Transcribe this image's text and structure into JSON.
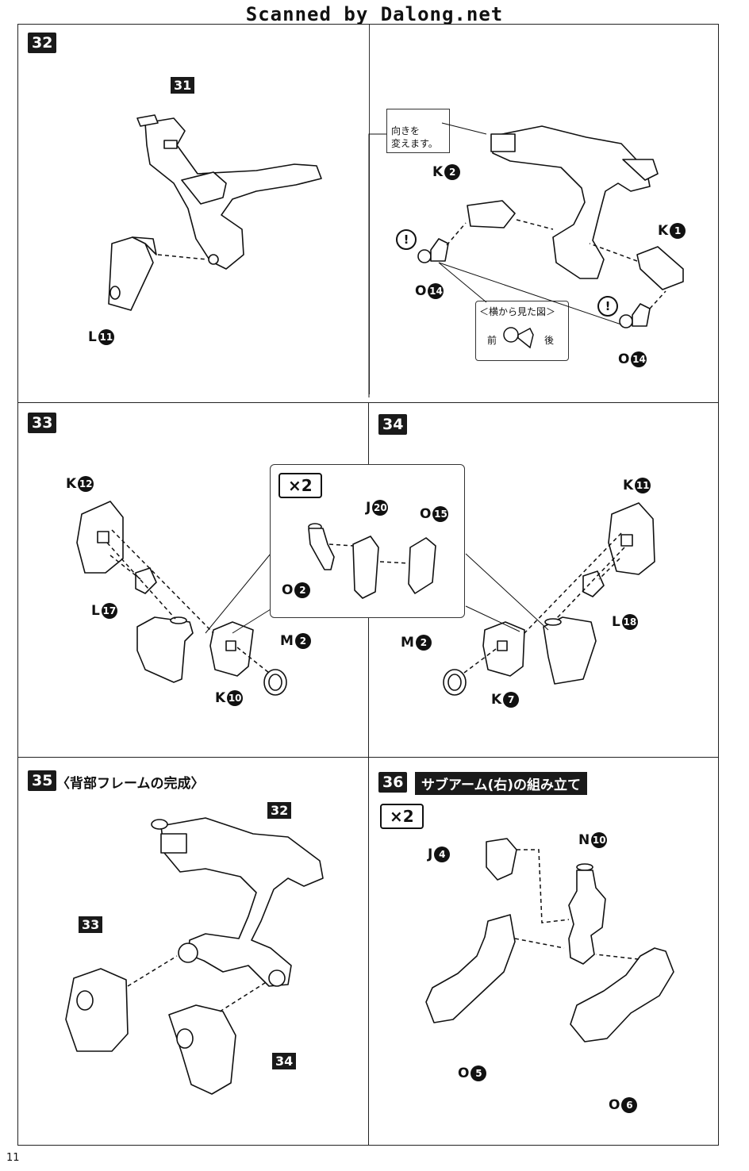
{
  "header": "Scanned by Dalong.net",
  "page_number": "11",
  "steps": {
    "s32": {
      "number": "32",
      "ref_part": "31",
      "labels": {
        "l11": {
          "letter": "L",
          "num": "11"
        }
      },
      "callout": "向きを\n変えます。",
      "right_labels": {
        "k2": {
          "letter": "K",
          "num": "2"
        },
        "k1": {
          "letter": "K",
          "num": "1"
        },
        "o14a": {
          "letter": "O",
          "num": "14"
        },
        "o14b": {
          "letter": "O",
          "num": "14"
        }
      },
      "warn": "!",
      "side_view": {
        "title": "＜横から見た図＞",
        "front": "前",
        "back": "後"
      }
    },
    "s33": {
      "number": "33",
      "labels": {
        "k12": {
          "letter": "K",
          "num": "12"
        },
        "l17": {
          "letter": "L",
          "num": "17"
        },
        "k10": {
          "letter": "K",
          "num": "10"
        },
        "m2": {
          "letter": "M",
          "num": "2"
        }
      }
    },
    "inset": {
      "mult": "×2",
      "labels": {
        "j20": {
          "letter": "J",
          "num": "20"
        },
        "o15": {
          "letter": "O",
          "num": "15"
        },
        "o2": {
          "letter": "O",
          "num": "2"
        }
      }
    },
    "s34": {
      "number": "34",
      "labels": {
        "k11": {
          "letter": "K",
          "num": "11"
        },
        "l18": {
          "letter": "L",
          "num": "18"
        },
        "m2": {
          "letter": "M",
          "num": "2"
        },
        "k7": {
          "letter": "K",
          "num": "7"
        }
      }
    },
    "s35": {
      "number": "35",
      "title": "〈背部フレームの完成〉",
      "ref32": "32",
      "ref33": "33",
      "ref34": "34"
    },
    "s36": {
      "number": "36",
      "title": "サブアーム(右)の組み立て",
      "mult": "×2",
      "labels": {
        "j4": {
          "letter": "J",
          "num": "4"
        },
        "n10": {
          "letter": "N",
          "num": "10"
        },
        "o5": {
          "letter": "O",
          "num": "5"
        },
        "o6": {
          "letter": "O",
          "num": "6"
        }
      }
    }
  }
}
